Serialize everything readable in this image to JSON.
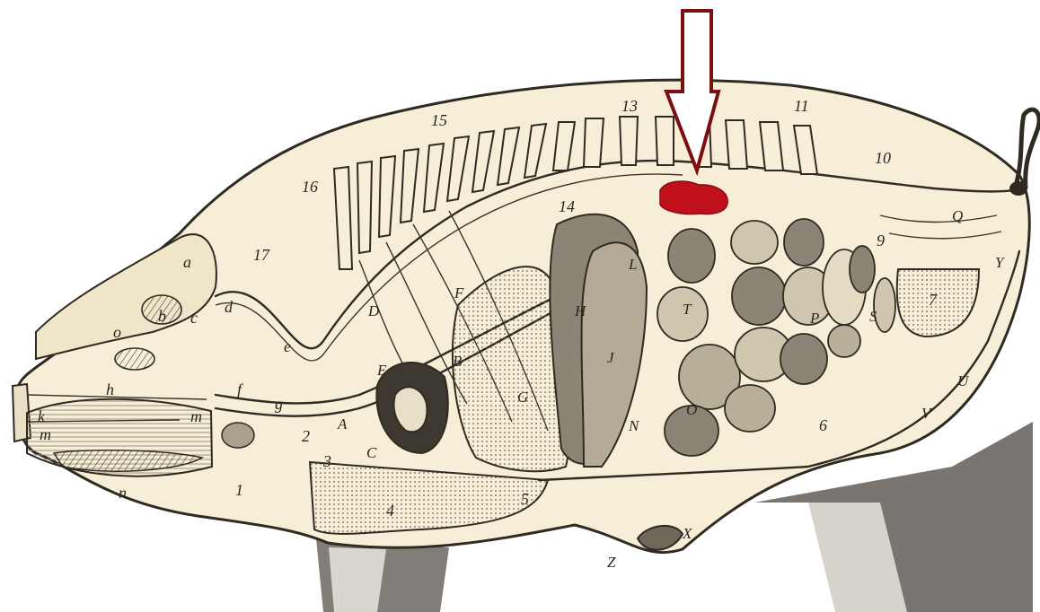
{
  "colors": {
    "background": "#ffffff",
    "body_fill": "#f6eed6",
    "ink": "#2f2a22",
    "highlight": "#c0101c",
    "arrow_outline": "#7a0f12",
    "leg_shade": "#6b6660"
  },
  "labels": {
    "n15": "15",
    "n13": "13",
    "n11": "11",
    "n16": "16",
    "n17": "17",
    "n14": "14",
    "n10": "10",
    "n9": "9",
    "n7": "7",
    "n6": "6",
    "n5": "5",
    "n4": "4",
    "n3": "3",
    "n2": "2",
    "n1": "1",
    "la": "a",
    "lb": "b",
    "lc": "c",
    "ld": "d",
    "le": "e",
    "lf": "f",
    "lg": "g",
    "lh": "h",
    "lk": "k",
    "lm1": "m",
    "lm2": "m",
    "ln": "n",
    "lo": "o",
    "uA": "A",
    "uB": "B",
    "uC": "C",
    "uD": "D",
    "uE": "E",
    "uF": "F",
    "uG": "G",
    "uH": "H",
    "uJ": "J",
    "uL": "L",
    "uN": "N",
    "uO": "O",
    "uP": "P",
    "uS": "S",
    "uT": "T",
    "uU": "U",
    "uV": "V",
    "uY": "Y",
    "uZ": "Z",
    "uX": "X",
    "uQ": "Q"
  }
}
